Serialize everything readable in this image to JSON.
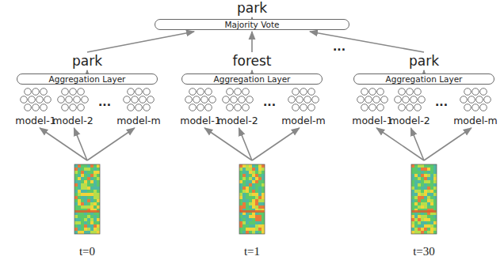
{
  "diagram": {
    "nodes": [
      {
        "text": [
          "park"
        ]
      },
      {
        "text": [
          "Majority Vote"
        ]
      },
      {
        "text": [
          "park"
        ]
      },
      {
        "text": [
          "forest"
        ]
      },
      {
        "text": [
          "park"
        ]
      },
      {
        "text": [
          "Aggregation Layer"
        ]
      },
      {
        "text": [
          "Aggregation Layer"
        ]
      },
      {
        "text": [
          "Aggregation Layer"
        ]
      }
    ],
    "edges": [
      {
        "from": 1,
        "to": 0,
        "arrow": "to"
      },
      {
        "from": 2,
        "to": 1,
        "arrow": "to"
      },
      {
        "from": 3,
        "to": 1,
        "arrow": "to"
      },
      {
        "from": 4,
        "to": 1,
        "arrow": "to"
      },
      {
        "from": 5,
        "to": 2,
        "arrow": "to"
      },
      {
        "from": 6,
        "to": 3,
        "arrow": "to"
      },
      {
        "from": 7,
        "to": 4,
        "arrow": "to"
      }
    ],
    "labels": [
      "···",
      "model-1",
      "model-2",
      "···",
      "model-m",
      "t=0",
      "model-1",
      "model-2",
      "···",
      "model-m",
      "t=1",
      "model-1",
      "model-2",
      "···",
      "model-m",
      "t=30"
    ]
  }
}
